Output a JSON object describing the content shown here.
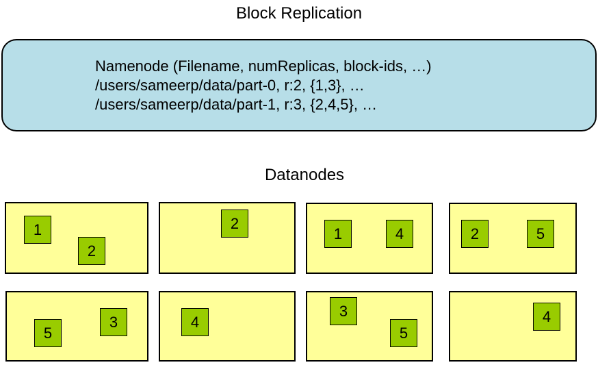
{
  "title": "Block Replication",
  "namenode": {
    "lines": [
      "Namenode (Filename, numReplicas, block-ids, …)",
      "/users/sameerp/data/part-0, r:2, {1,3}, …",
      "/users/sameerp/data/part-1, r:3, {2,4,5}, …"
    ],
    "fill_color": "#b7dee8"
  },
  "datanodes": {
    "heading": "Datanodes",
    "node_fill_color": "#ffff99",
    "block_fill_color": "#99cc00",
    "nodes": [
      {
        "blocks": [
          "1",
          "2"
        ]
      },
      {
        "blocks": [
          "2"
        ]
      },
      {
        "blocks": [
          "1",
          "4"
        ]
      },
      {
        "blocks": [
          "2",
          "5"
        ]
      },
      {
        "blocks": [
          "5",
          "3"
        ]
      },
      {
        "blocks": [
          "4"
        ]
      },
      {
        "blocks": [
          "3",
          "5"
        ]
      },
      {
        "blocks": [
          "4"
        ]
      }
    ]
  }
}
